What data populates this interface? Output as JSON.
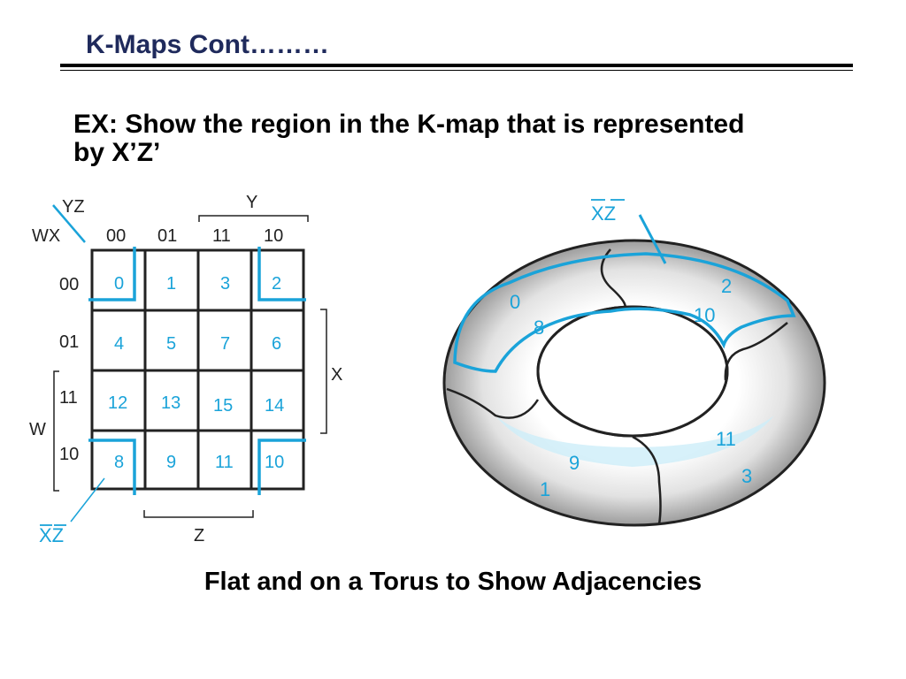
{
  "slide": {
    "title": "K-Maps Cont………",
    "question_line1": "EX: Show the region in the K-map that is represented",
    "question_line2": "by X’Z’",
    "caption": "Flat and on a Torus to Show Adjacencies"
  },
  "kmap": {
    "corner_top": "YZ",
    "corner_left": "WX",
    "col_headers": [
      "00",
      "01",
      "11",
      "10"
    ],
    "row_headers": [
      "00",
      "01",
      "11",
      "10"
    ],
    "cells": [
      [
        "0",
        "1",
        "3",
        "2"
      ],
      [
        "4",
        "5",
        "7",
        "6"
      ],
      [
        "12",
        "13",
        "15",
        "14"
      ],
      [
        "8",
        "9",
        "11",
        "10"
      ]
    ],
    "y_label": "Y",
    "x_label": "X",
    "w_label": "W",
    "z_label": "Z",
    "region_label": "XZ"
  },
  "torus": {
    "region_label": "XZ",
    "cells": [
      "0",
      "2",
      "8",
      "10",
      "11",
      "9",
      "3",
      "1"
    ]
  },
  "colors": {
    "accent": "#1aa3d9",
    "title": "#1f2a5c"
  }
}
